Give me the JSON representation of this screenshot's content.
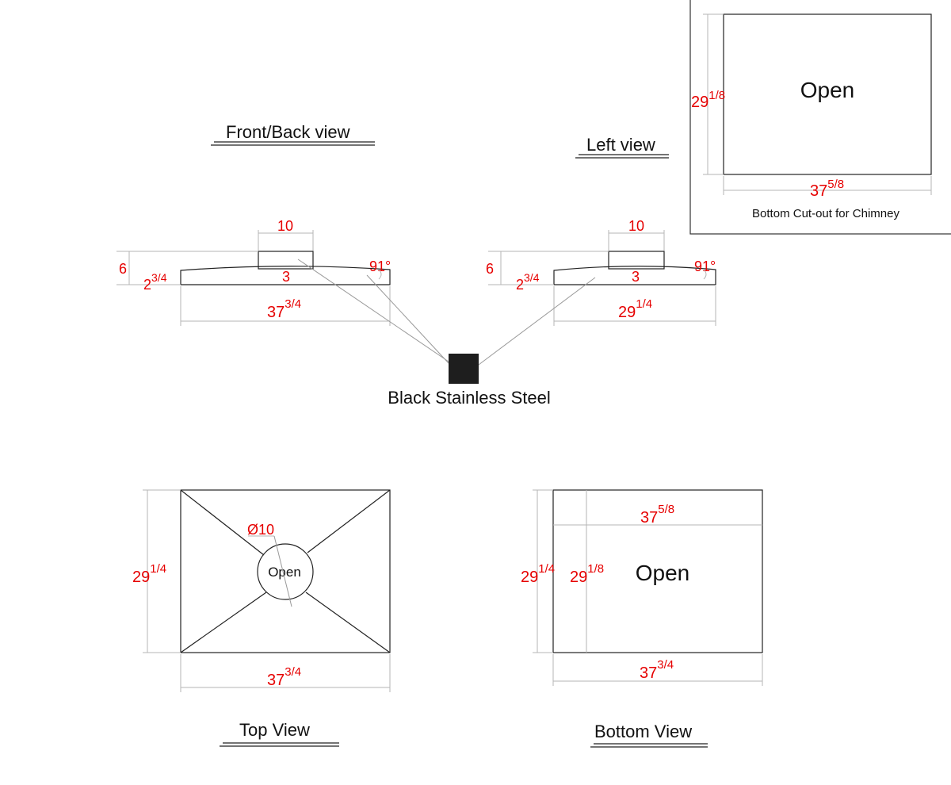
{
  "views": {
    "front_back_title": "Front/Back  view",
    "left_title": "Left view",
    "top_title": "Top View",
    "bottom_title": "Bottom View"
  },
  "material": {
    "label": "Black Stainless Steel",
    "swatch_color": "#1e1e1e"
  },
  "front": {
    "height_total": "6",
    "edge_whole": "2",
    "edge_frac": "3/4",
    "collar_width": "10",
    "collar_height": "3",
    "angle": "91°",
    "width_whole": "37",
    "width_frac": "3/4"
  },
  "left": {
    "height_total": "6",
    "edge_whole": "2",
    "edge_frac": "3/4",
    "collar_width": "10",
    "collar_height": "3",
    "angle": "91°",
    "depth_whole": "29",
    "depth_frac": "1/4"
  },
  "top": {
    "diameter": "Ø10",
    "hole_label": "Open",
    "depth_whole": "29",
    "depth_frac": "1/4",
    "width_whole": "37",
    "width_frac": "3/4"
  },
  "bottom": {
    "open_label": "Open",
    "outer_depth_whole": "29",
    "outer_depth_frac": "1/4",
    "inner_depth_whole": "29",
    "inner_depth_frac": "1/8",
    "inner_width_whole": "37",
    "inner_width_frac": "5/8",
    "outer_width_whole": "37",
    "outer_width_frac": "3/4"
  },
  "cutout": {
    "caption": "Bottom Cut-out for Chimney",
    "open_label": "Open",
    "depth_whole": "29",
    "depth_frac": "1/8",
    "width_whole": "37",
    "width_frac": "5/8"
  },
  "colors": {
    "dimension": "#e60000",
    "outline": "#222222",
    "dimension_line": "#b5b5b5"
  }
}
